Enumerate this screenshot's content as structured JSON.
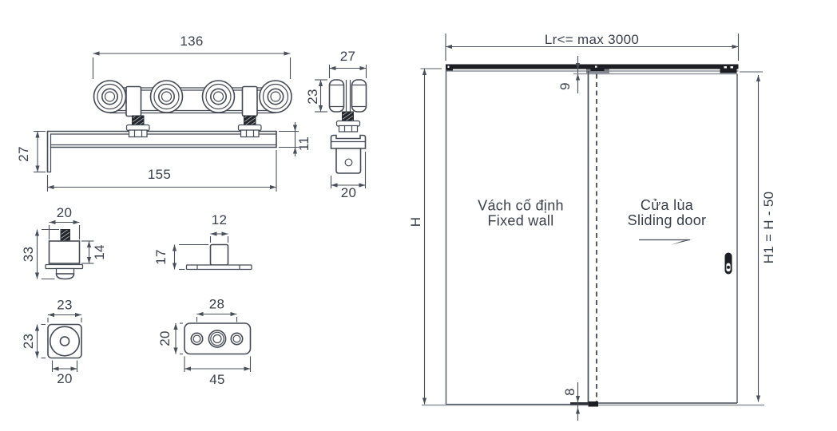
{
  "hardware": {
    "carriage_front": {
      "width": "136",
      "length": "155",
      "flange_height": "27",
      "rail_thickness": "11"
    },
    "carriage_side": {
      "width": "27",
      "roller_height": "23",
      "bracket_width": "20"
    },
    "stopper": {
      "width": "20",
      "height": "33",
      "body_height": "14"
    },
    "floor_guide": {
      "pin_width": "12",
      "height": "17"
    },
    "guide_block": {
      "width": "23",
      "height": "23",
      "bottom_width": "20"
    },
    "strike_plate": {
      "hole_spacing": "28",
      "height": "20",
      "width": "45"
    }
  },
  "installation": {
    "track_length": "Lr<= max 3000",
    "top_gap": "9",
    "bottom_gap": "8",
    "opening_height": "H",
    "door_height": "H1 = H - 50",
    "fixed_wall_vi": "Vách cố định",
    "fixed_wall_en": "Fixed wall",
    "sliding_door_vi": "Cửa lùa",
    "sliding_door_en": "Sliding door"
  },
  "colors": {
    "line": "#454b54",
    "dim": "#4a505a",
    "dark": "#1c1e23",
    "muted": "#8d939b",
    "text": "#3a404a"
  }
}
